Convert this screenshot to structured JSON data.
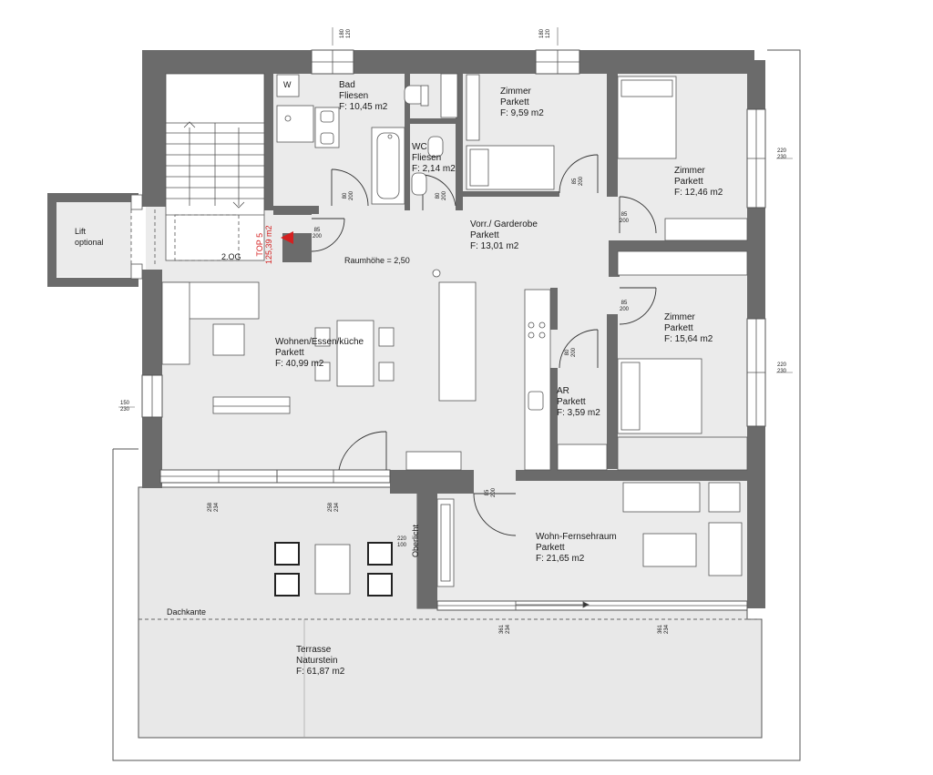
{
  "rooms": {
    "bad": {
      "name": "Bad",
      "floor": "Fliesen",
      "area": "F: 10,45 m2"
    },
    "zimmer1": {
      "name": "Zimmer",
      "floor": "Parkett",
      "area": "F: 9,59 m2"
    },
    "wc": {
      "name": "WC",
      "floor": "Fliesen",
      "area": "F: 2,14 m2"
    },
    "zimmer2": {
      "name": "Zimmer",
      "floor": "Parkett",
      "area": "F: 12,46 m2"
    },
    "vorraum": {
      "name": "Vorr./ Garderobe",
      "floor": "Parkett",
      "area": "F: 13,01 m2"
    },
    "zimmer3": {
      "name": "Zimmer",
      "floor": "Parkett",
      "area": "F: 15,64 m2"
    },
    "wohnen": {
      "name": "Wohnen/Essen/küche",
      "floor": "Parkett",
      "area": "F: 40,99 m2"
    },
    "ar": {
      "name": "AR",
      "floor": "Parkett",
      "area": "F: 3,59 m2"
    },
    "fernseh": {
      "name": "Wohn-Fernsehraum",
      "floor": "Parkett",
      "area": "F: 21,65 m2"
    },
    "terrasse": {
      "name": "Terrasse",
      "floor": "Naturstein",
      "area": "F: 61,87 m2"
    }
  },
  "labels": {
    "washer": "W",
    "lift_line1": "Lift",
    "lift_line2": "optional",
    "floor_level": "2.OG",
    "room_height": "Raumhöhe = 2,50",
    "unit_name": "TOP 5",
    "unit_area": "125,39 m2",
    "oberlicht": "Oberlicht",
    "dachkante": "Dachkante"
  },
  "dimensions": {
    "top_left": [
      "180",
      "120"
    ],
    "top_right": [
      "180",
      "120"
    ],
    "right_upper": [
      "220",
      "230"
    ],
    "right_lower": [
      "220",
      "230"
    ],
    "left": [
      "150",
      "230"
    ],
    "door_bad": [
      "80",
      "200"
    ],
    "door_wc": [
      "80",
      "200"
    ],
    "door_zimmer1": [
      "85",
      "200"
    ],
    "door_entry": [
      "85",
      "200"
    ],
    "door_zimmer2": [
      "85",
      "200"
    ],
    "door_zimmer3": [
      "85",
      "200"
    ],
    "door_ar": [
      "80",
      "200"
    ],
    "door_fernseh": [
      "85",
      "200"
    ],
    "window_terrace1": [
      "258",
      "234"
    ],
    "window_terrace2": [
      "258",
      "234"
    ],
    "oberlicht_dim": [
      "220",
      "100"
    ],
    "window_fernseh1": [
      "361",
      "234"
    ],
    "window_fernseh2": [
      "361",
      "234"
    ]
  },
  "colors": {
    "wall": "#6b6b6b",
    "floor": "#ebebeb",
    "unit_red": "#d42020"
  }
}
